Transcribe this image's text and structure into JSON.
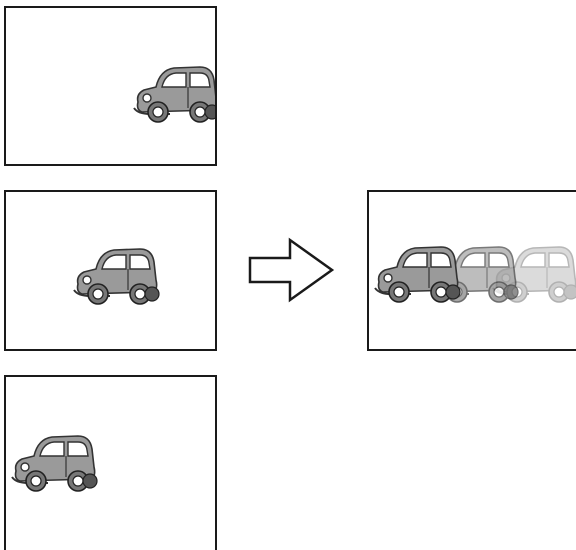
{
  "diagram": {
    "input_frames": [
      {
        "label": "",
        "car_icon": "car-icon"
      },
      {
        "label": "",
        "car_icon": "car-icon"
      },
      {
        "label": "",
        "car_icon": "car-icon"
      }
    ],
    "arrow_icon": "right-arrow-icon",
    "result_frame": {
      "label": "",
      "car_icons": [
        "car-icon",
        "car-icon",
        "car-icon"
      ],
      "opacities": [
        1.0,
        0.65,
        0.35
      ]
    },
    "colors": {
      "frame_border": "#1a1a1a",
      "car_body": "#9a9a9a",
      "car_outline": "#333333",
      "window": "#ffffff",
      "background": "#ffffff"
    }
  }
}
